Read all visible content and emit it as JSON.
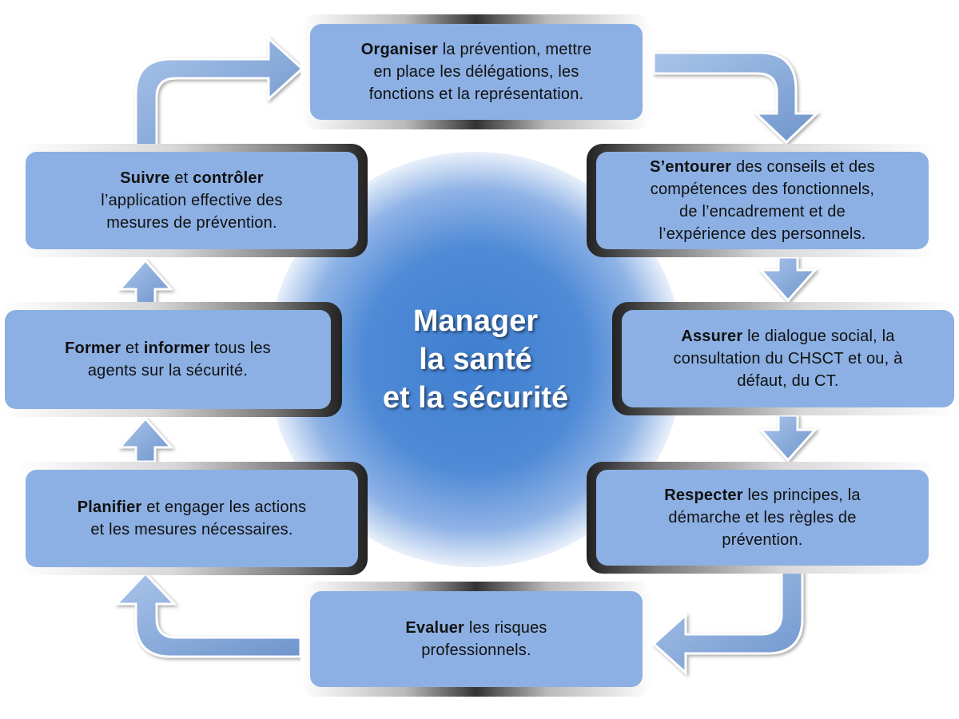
{
  "center": {
    "line1": "Manager",
    "line2": "la santé",
    "line3": "et la sécurité"
  },
  "steps": [
    {
      "id": "organiser",
      "bold": "Organiser",
      "lines": [
        "la prévention, mettre",
        "en place les délégations, les",
        "fonctions et la représentation."
      ]
    },
    {
      "id": "entourer",
      "bold": "S’entourer",
      "lines": [
        "des conseils et des",
        "compétences des fonctionnels,",
        "de l’encadrement et de",
        "l’expérience des personnels."
      ]
    },
    {
      "id": "assurer",
      "bold": "Assurer",
      "lines": [
        "le dialogue social, la",
        "consultation du CHSCT et ou, à",
        "défaut, du CT."
      ]
    },
    {
      "id": "respecter",
      "bold": "Respecter",
      "lines": [
        "les principes, la",
        "démarche et les règles de",
        "prévention."
      ]
    },
    {
      "id": "evaluer",
      "bold": "Evaluer",
      "lines": [
        "les risques",
        "professionnels."
      ]
    },
    {
      "id": "planifier",
      "bold": "Planifier",
      "lines": [
        "et engager les actions",
        "et les mesures nécessaires."
      ]
    },
    {
      "id": "former",
      "bold": "Former",
      "mid": "et",
      "bold2": "informer",
      "lines": [
        "tous les",
        "agents sur la sécurité."
      ]
    },
    {
      "id": "suivre",
      "bold": "Suivre",
      "mid": "et",
      "bold2": "contrôler",
      "lines": [
        "",
        "l’application effective des",
        "mesures de prévention."
      ]
    }
  ],
  "colors": {
    "box_fill": "#8cb0e3",
    "arrow_fill": "#8fb1df",
    "center_glow": "#3f7fd0",
    "center_text": "#ffffff"
  }
}
